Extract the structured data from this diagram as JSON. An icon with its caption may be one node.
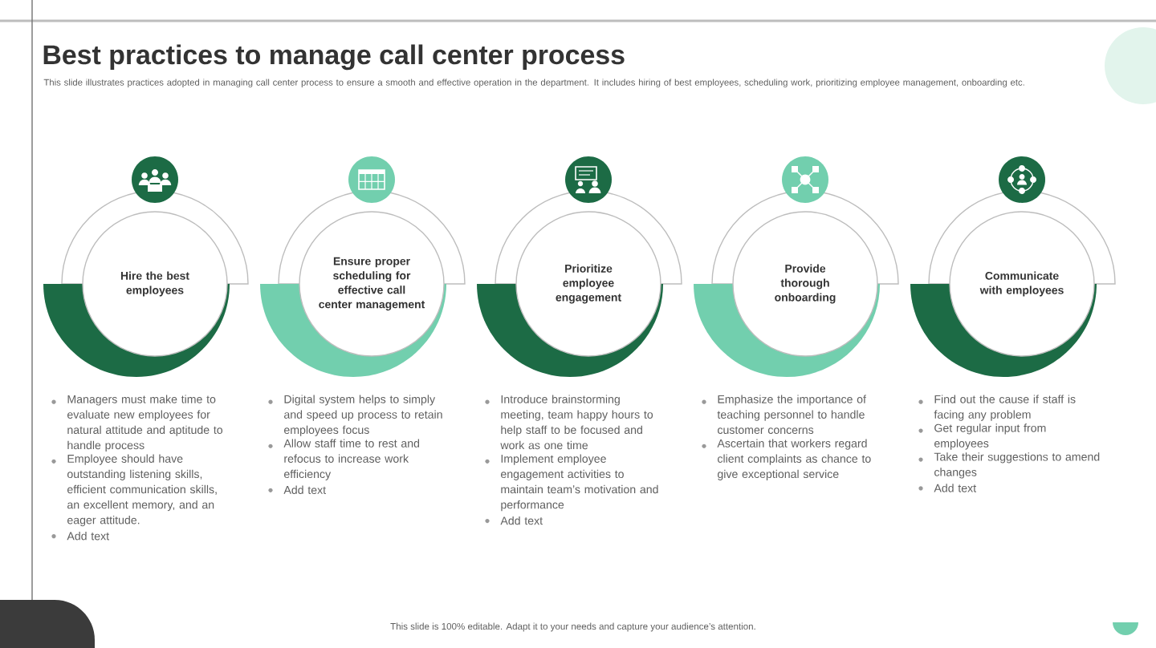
{
  "diagram": {
    "title": "Best practices to manage call center process",
    "nodes": [
      {
        "text": [
          "Hire the best employees"
        ],
        "beside": [
          "Managers must make time to evaluate new employees for natural attitude and aptitude to handle process",
          "Employee should have outstanding listening skills, efficient communication skills, an excellent memory, and an eager attitude.",
          "Add text"
        ]
      },
      {
        "text": [
          "Ensure proper scheduling for effective call center management"
        ],
        "beside": [
          "Digital system helps to simply and speed up process to retain employees focus",
          "Allow staff time to rest and refocus to increase work efficiency",
          "Add text"
        ]
      },
      {
        "text": [
          "Prioritize employee engagement"
        ],
        "beside": [
          "Introduce brainstorming meeting, team happy hours to help staff to be focused and work as one time",
          "Implement employee engagement activities to maintain team’s motivation and performance",
          "Add text"
        ]
      },
      {
        "text": [
          "Provide thorough onboarding"
        ],
        "beside": [
          "Emphasize the importance of teaching personnel to handle customer concerns",
          "Ascertain that workers regard client complaints as chance to give exceptional service"
        ]
      },
      {
        "text": [
          "Communicate with employees"
        ],
        "beside": [
          "Find out the cause if staff is facing any problem",
          "Get regular input from employees",
          "Take their suggestions to amend changes",
          "Add text"
        ]
      }
    ],
    "labels": [
      "This slide illustrates practices adopted in managing call center process to ensure a smooth and effective operation in the department. It includes hiring of best employees, scheduling work, prioritizing employee management, onboarding etc.",
      "This slide is 100% editable. Adapt it to your needs and capture your audience’s attention."
    ]
  }
}
